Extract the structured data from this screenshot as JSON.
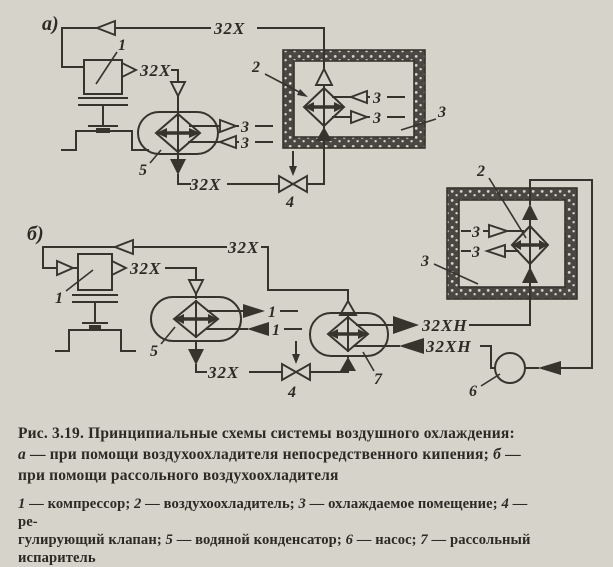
{
  "colors": {
    "paper": "#d6d3cb",
    "ink": "#37342e",
    "wall": "#4a4742"
  },
  "diagram_a": {
    "panel_label": "а)",
    "pipe_suction": "32Х",
    "pipe_discharge": "32Х",
    "pipe_liquid": "32Х",
    "num_compressor": "1",
    "num_air_cooler": "2",
    "num_room": "3",
    "num_valve": "4",
    "num_condenser": "5",
    "water_out_label": "3",
    "water_in_label": "3",
    "air_in_label": "3",
    "air_out_label": "3"
  },
  "diagram_b": {
    "panel_label": "б)",
    "pipe_suction": "32Х",
    "pipe_discharge": "32Х",
    "pipe_liquid": "32Х",
    "brine_supply": "32ХН",
    "brine_return": "32ХН",
    "num_compressor": "1",
    "num_air_cooler": "2",
    "num_room": "3",
    "num_valve": "4",
    "num_condenser": "5",
    "num_pump": "6",
    "num_evaporator": "7",
    "water_out_label": "1",
    "water_in_label": "1",
    "air_in_label": "3",
    "air_out_label": "3"
  },
  "caption": {
    "lines": [
      {
        "segs": [
          {
            "t": "Рис. 3.19. Принципиальные схемы системы воздушного охлаждения:",
            "i": false
          }
        ]
      },
      {
        "segs": [
          {
            "t": "а",
            "i": true
          },
          {
            "t": " — при помощи воздухоохладителя непосредственного кипения; ",
            "i": false
          },
          {
            "t": "б",
            "i": true
          },
          {
            "t": " —",
            "i": false
          }
        ]
      },
      {
        "segs": [
          {
            "t": "при помощи рассольного воздухоохладителя",
            "i": false
          }
        ]
      }
    ],
    "legend_lines": [
      {
        "segs": [
          {
            "t": "1",
            "i": true
          },
          {
            "t": " — компрессор; ",
            "i": false
          },
          {
            "t": "2",
            "i": true
          },
          {
            "t": " — воздухоохладитель; ",
            "i": false
          },
          {
            "t": "3",
            "i": true
          },
          {
            "t": " — охлаждаемое помещение; ",
            "i": false
          },
          {
            "t": "4",
            "i": true
          },
          {
            "t": " — ре-",
            "i": false
          }
        ]
      },
      {
        "segs": [
          {
            "t": "гулирующий клапан; ",
            "i": false
          },
          {
            "t": "5",
            "i": true
          },
          {
            "t": " — водяной конденсатор; ",
            "i": false
          },
          {
            "t": "6",
            "i": true
          },
          {
            "t": " — насос; ",
            "i": false
          },
          {
            "t": "7",
            "i": true
          },
          {
            "t": " — рассольный",
            "i": false
          }
        ]
      },
      {
        "segs": [
          {
            "t": "испаритель",
            "i": false
          }
        ]
      }
    ]
  }
}
